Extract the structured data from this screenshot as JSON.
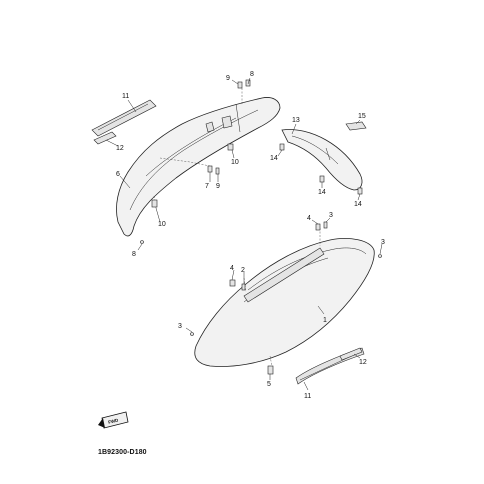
{
  "diagram": {
    "code": "1B92300-D180",
    "fwd_label": "FWD",
    "callouts": [
      {
        "id": "c9a",
        "text": "9"
      },
      {
        "id": "c8a",
        "text": "8"
      },
      {
        "id": "c11a",
        "text": "11"
      },
      {
        "id": "c12a",
        "text": "12"
      },
      {
        "id": "c10a",
        "text": "10"
      },
      {
        "id": "c7",
        "text": "7"
      },
      {
        "id": "c9b",
        "text": "9"
      },
      {
        "id": "c6",
        "text": "6"
      },
      {
        "id": "c10b",
        "text": "10"
      },
      {
        "id": "c8b",
        "text": "8"
      },
      {
        "id": "c13",
        "text": "13"
      },
      {
        "id": "c15",
        "text": "15"
      },
      {
        "id": "c14a",
        "text": "14"
      },
      {
        "id": "c14b",
        "text": "14"
      },
      {
        "id": "c14c",
        "text": "14"
      },
      {
        "id": "c4a",
        "text": "4"
      },
      {
        "id": "c3a",
        "text": "3"
      },
      {
        "id": "c3b",
        "text": "3"
      },
      {
        "id": "c4b",
        "text": "4"
      },
      {
        "id": "c2",
        "text": "2"
      },
      {
        "id": "c3c",
        "text": "3"
      },
      {
        "id": "c1",
        "text": "1"
      },
      {
        "id": "c12b",
        "text": "12"
      },
      {
        "id": "c5",
        "text": "5"
      },
      {
        "id": "c11b",
        "text": "11"
      }
    ]
  }
}
